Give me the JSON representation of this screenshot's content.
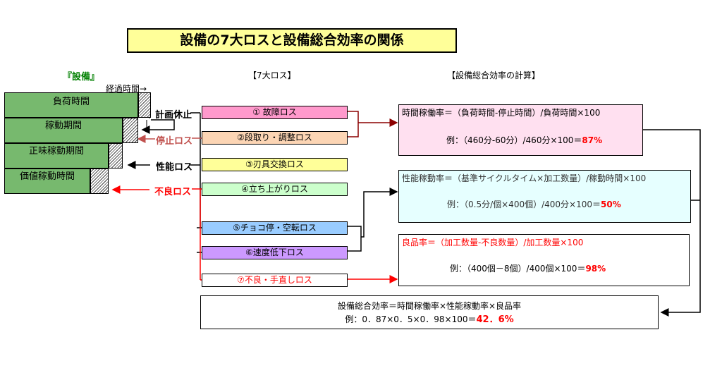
{
  "title": "設備の7大ロスと設備総合効率の関係",
  "headers": {
    "equipment": "『設備』",
    "seven_losses": "【7大ロス】",
    "calculation": "【設備総合効率の計算】"
  },
  "elapsed_time": "経過時間→",
  "time_bars": [
    "負荷時間",
    "稼動期間",
    "正味稼動期間",
    "価値稼動時間"
  ],
  "loss_categories": {
    "planned_stop": "計画休止",
    "stop_loss": "停止ロス",
    "performance_loss": "性能ロス",
    "defect_loss": "不良ロス"
  },
  "losses": [
    "① 故障ロス",
    "②段取り・調整ロス",
    "③刃具交換ロス",
    "④立ち上がりロス",
    "⑤チョコ停・空転ロス",
    "⑥速度低下ロス",
    "⑦不良・手直しロス"
  ],
  "calc": {
    "availability": {
      "formula": "時間稼働率＝（負荷時間-停止時間）/負荷時間×100",
      "example": "例：（460分-60分）/460分×100＝",
      "result": "87%"
    },
    "performance": {
      "formula": "性能稼動率＝（基準サイクルタイム×加工数量）/稼動時間×100",
      "example": "例：（0.5分/個×400個）/400分×100＝",
      "result": "50%"
    },
    "quality": {
      "formula": "良品率＝（加工数量-不良数量）/加工数量×100",
      "example": "例：（400個－8個）/400個×100＝",
      "result": "98%"
    },
    "overall": {
      "formula": "設備総合効率＝時間稼働率×性能稼動率×良品率",
      "example": "例：0．87×0．5×0．98×100＝",
      "result": "42．6%"
    }
  },
  "colors": {
    "title_bg": "#ffff99",
    "bar_green": "#77b96e",
    "loss1": "#ff99cc",
    "loss2": "#fcd5b4",
    "loss3": "#ffff99",
    "loss4": "#ccffcc",
    "loss5": "#99ccff",
    "loss6": "#cc99ff",
    "loss7": "#ffffff",
    "calc_availability_bg": "#ffe0f0",
    "calc_performance_bg": "#e6ffff",
    "stop_loss_color": "#c0504d",
    "defect_color": "#ff0000"
  }
}
